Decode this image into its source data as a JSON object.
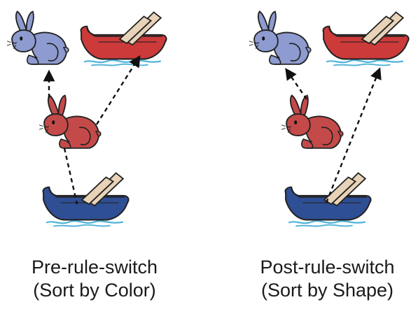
{
  "colors": {
    "blue_rabbit": "#8e9bd0",
    "red_rabbit": "#c44a4a",
    "red_boat": "#cc3a3a",
    "blue_boat": "#2f4f94",
    "oar": "#e8d3b8",
    "water": "#4fb3d9",
    "outline": "#222222"
  },
  "icons": [
    "rabbit-icon",
    "boat-icon",
    "oar-icon",
    "water-icon",
    "dashed-arrow"
  ],
  "panels": [
    {
      "id": "pre",
      "caption_line1": "Pre-rule-switch",
      "caption_line2": "(Sort by Color)"
    },
    {
      "id": "post",
      "caption_line1": "Post-rule-switch",
      "caption_line2": "(Sort by Shape)"
    }
  ]
}
